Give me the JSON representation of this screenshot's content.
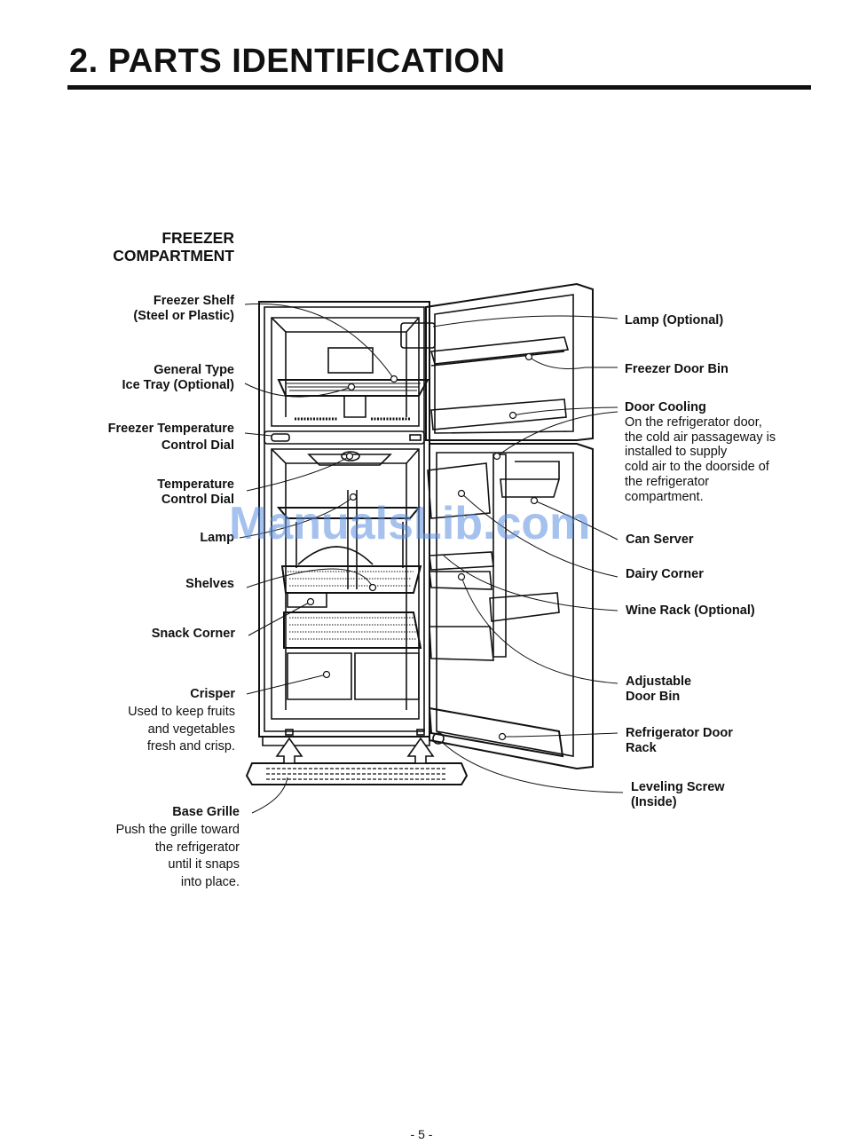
{
  "page_title": "2. PARTS IDENTIFICATION",
  "section_heading": [
    "FREEZER",
    "COMPARTMENT"
  ],
  "labels_left": {
    "freezer_shelf": [
      "Freezer Shelf",
      "(Steel or Plastic)"
    ],
    "ice_tray": [
      "General Type",
      "Ice Tray (Optional)"
    ],
    "freezer_temp_dial": [
      "Freezer Temperature",
      "Control Dial"
    ],
    "temp_dial": [
      "Temperature",
      "Control Dial"
    ],
    "lamp": "Lamp",
    "shelves": "Shelves",
    "snack_corner": "Snack Corner",
    "crisper": "Crisper",
    "crisper_desc": [
      "Used to keep fruits",
      "and vegetables",
      "fresh and crisp."
    ],
    "base_grille": "Base Grille",
    "base_grille_desc": [
      "Push the grille toward",
      "the refrigerator",
      "until it snaps",
      "into place."
    ]
  },
  "labels_right": {
    "lamp_optional": "Lamp (Optional)",
    "freezer_door_bin": "Freezer Door Bin",
    "door_cooling": "Door Cooling",
    "door_cooling_desc": [
      "On the refrigerator door,",
      "the cold air passageway is",
      "installed to supply",
      "cold air to the doorside of",
      "the refrigerator",
      "compartment."
    ],
    "can_server": "Can Server",
    "dairy_corner": "Dairy Corner",
    "wine_rack": "Wine Rack (Optional)",
    "adjustable_door_bin": [
      "Adjustable",
      "Door Bin"
    ],
    "refrigerator_door_rack": [
      "Refrigerator Door",
      "Rack"
    ],
    "leveling_screw": [
      "Leveling Screw",
      "(Inside)"
    ]
  },
  "watermark": "ManualsLib.com",
  "page_number": "- 5 -"
}
